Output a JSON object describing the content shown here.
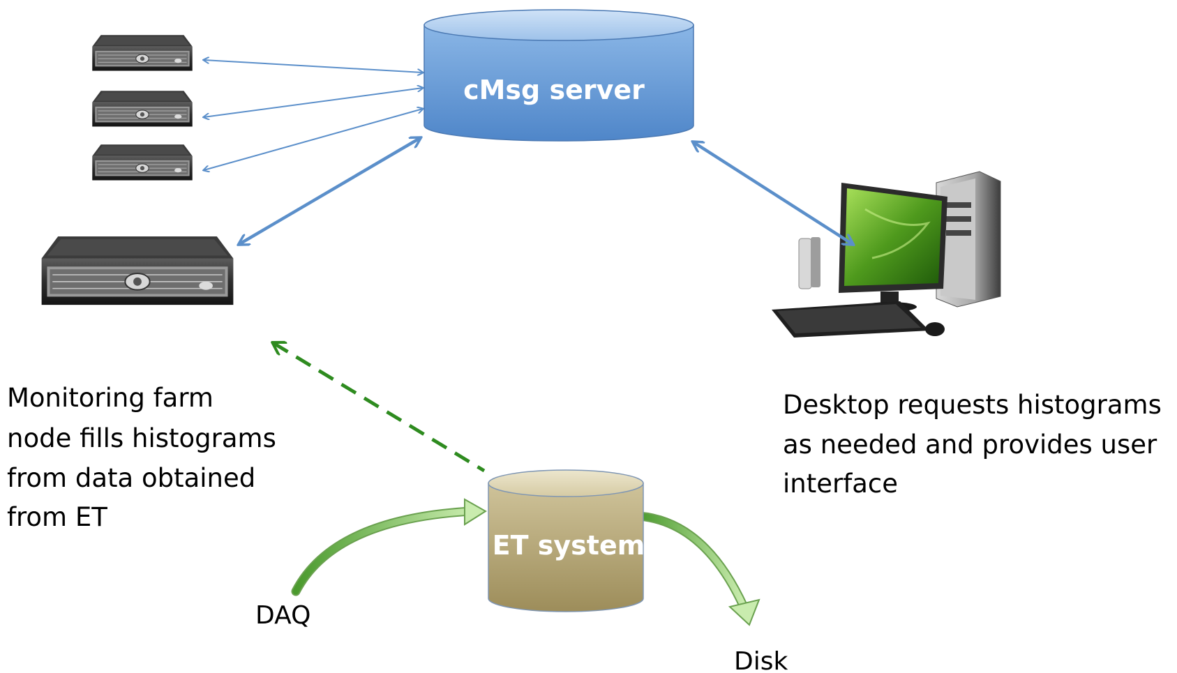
{
  "nodes": {
    "cmsg_server": {
      "label": "cMsg server"
    },
    "et_system": {
      "label": "ET system"
    },
    "daq": {
      "label": "DAQ"
    },
    "disk": {
      "label": "Disk"
    }
  },
  "captions": {
    "monitoring": [
      "Monitoring farm",
      "node fills histograms",
      "from data obtained",
      "from ET"
    ],
    "desktop": [
      "Desktop requests histograms",
      "as needed and provides user",
      "interface"
    ]
  },
  "colors": {
    "cmsg_fill": "#6fa3dc",
    "cmsg_top": "#a9c8ee",
    "et_fill": "#b6a878",
    "et_top": "#d9d0ad",
    "arrow_blue": "#5b8fca",
    "arrow_green_dashed": "#2e8b1f",
    "flow_green": "#8fcf7a"
  },
  "icons": {
    "small_servers": [
      "rack-server-icon",
      "rack-server-icon",
      "rack-server-icon"
    ],
    "large_server": "rack-server-icon",
    "desktop": "desktop-computer-icon"
  }
}
